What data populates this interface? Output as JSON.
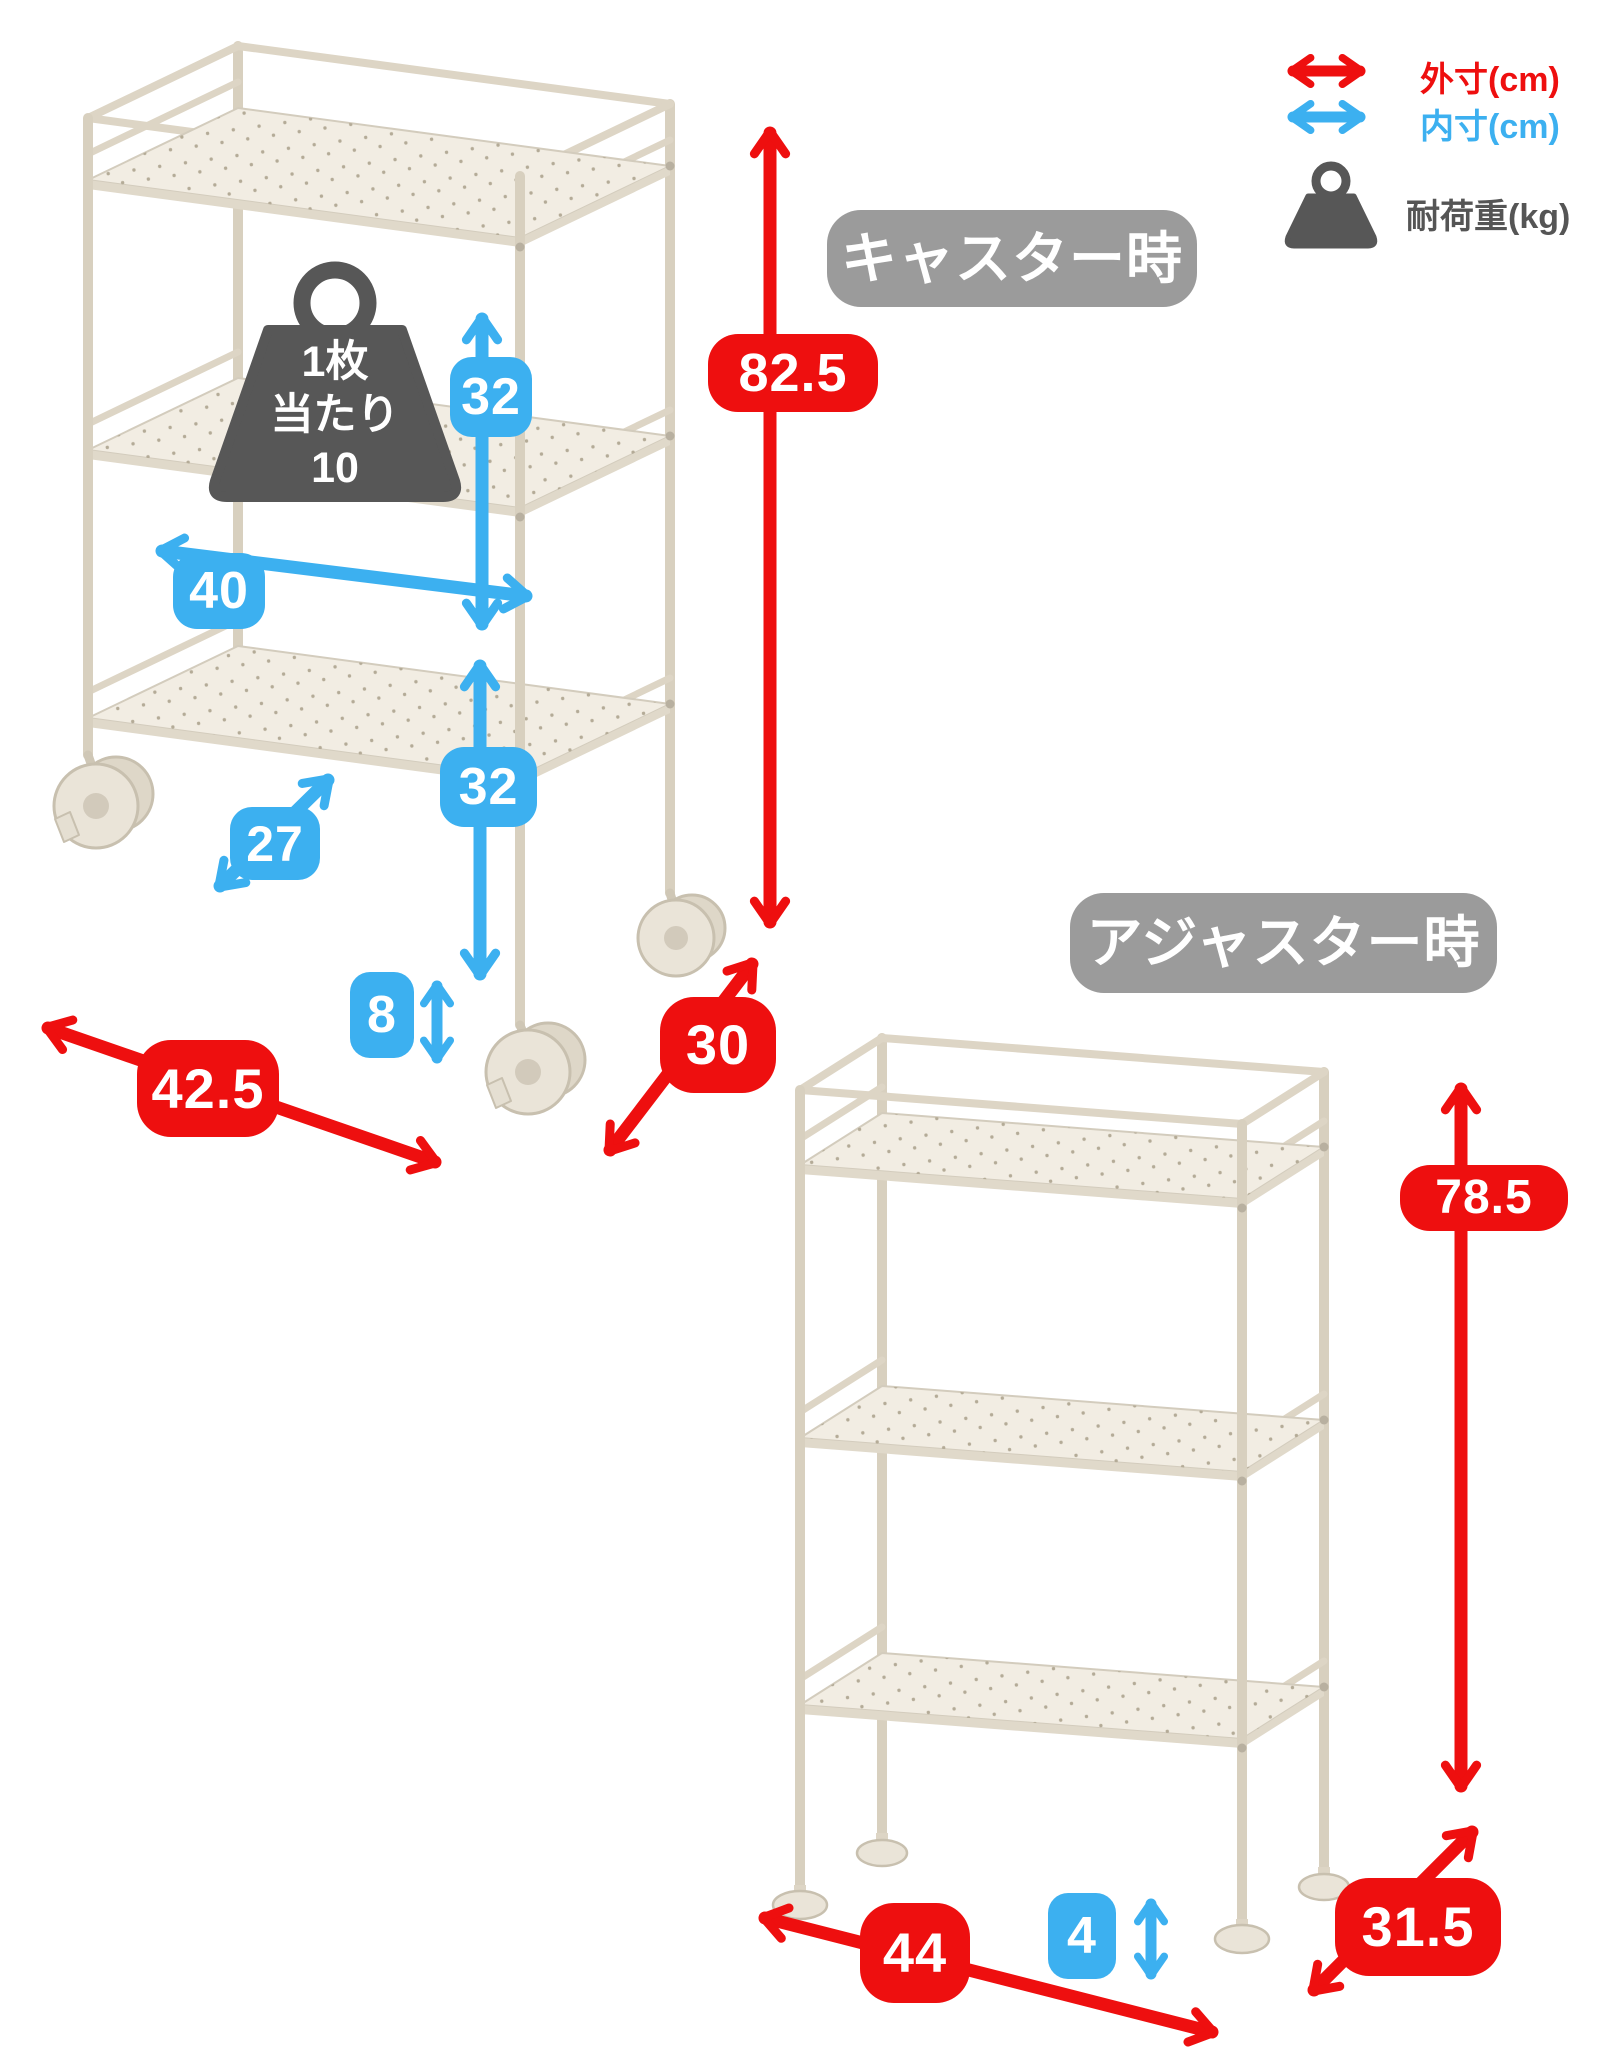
{
  "legend": {
    "outer_label": "外寸(cm)",
    "inner_label": "内寸(cm)",
    "load_label": "耐荷重(kg)"
  },
  "colors": {
    "outer_red": "#ee0f0f",
    "inner_blue": "#3cb0f0",
    "title_gray": "#9b9b9b",
    "weight_gray": "#575757"
  },
  "caster_view": {
    "title": "キャスター時",
    "load_note_line1": "1枚",
    "load_note_line2": "当たり",
    "load_note_line3": "10",
    "outer_height": "82.5",
    "outer_width": "42.5",
    "outer_depth": "30",
    "inner_upper_height": "32",
    "inner_lower_height": "32",
    "inner_width": "40",
    "inner_depth": "27",
    "bottom_clearance": "8"
  },
  "adjuster_view": {
    "title": "アジャスター時",
    "outer_height": "78.5",
    "outer_width": "44",
    "outer_depth": "31.5",
    "bottom_clearance": "4"
  }
}
